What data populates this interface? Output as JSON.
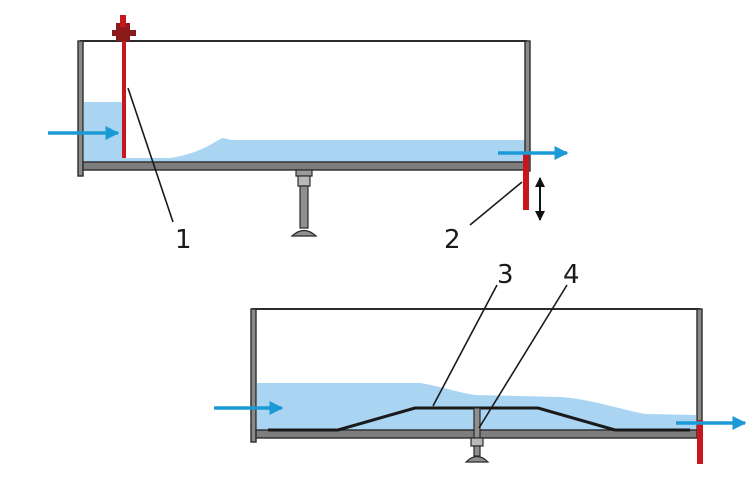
{
  "labels": {
    "l1": "1",
    "l2": "2",
    "l3": "3",
    "l4": "4"
  },
  "colors": {
    "water": "#a9d4f2",
    "arrow": "#1c9ad6",
    "gate": "#c8161d",
    "gate_dark": "#8b1a1a",
    "steel": "#7d7d7d",
    "outline": "#2b2b2b"
  },
  "icons": {
    "flow_arrow": "right-arrow-icon",
    "adjust_arrow": "double-vertical-arrow-icon"
  }
}
